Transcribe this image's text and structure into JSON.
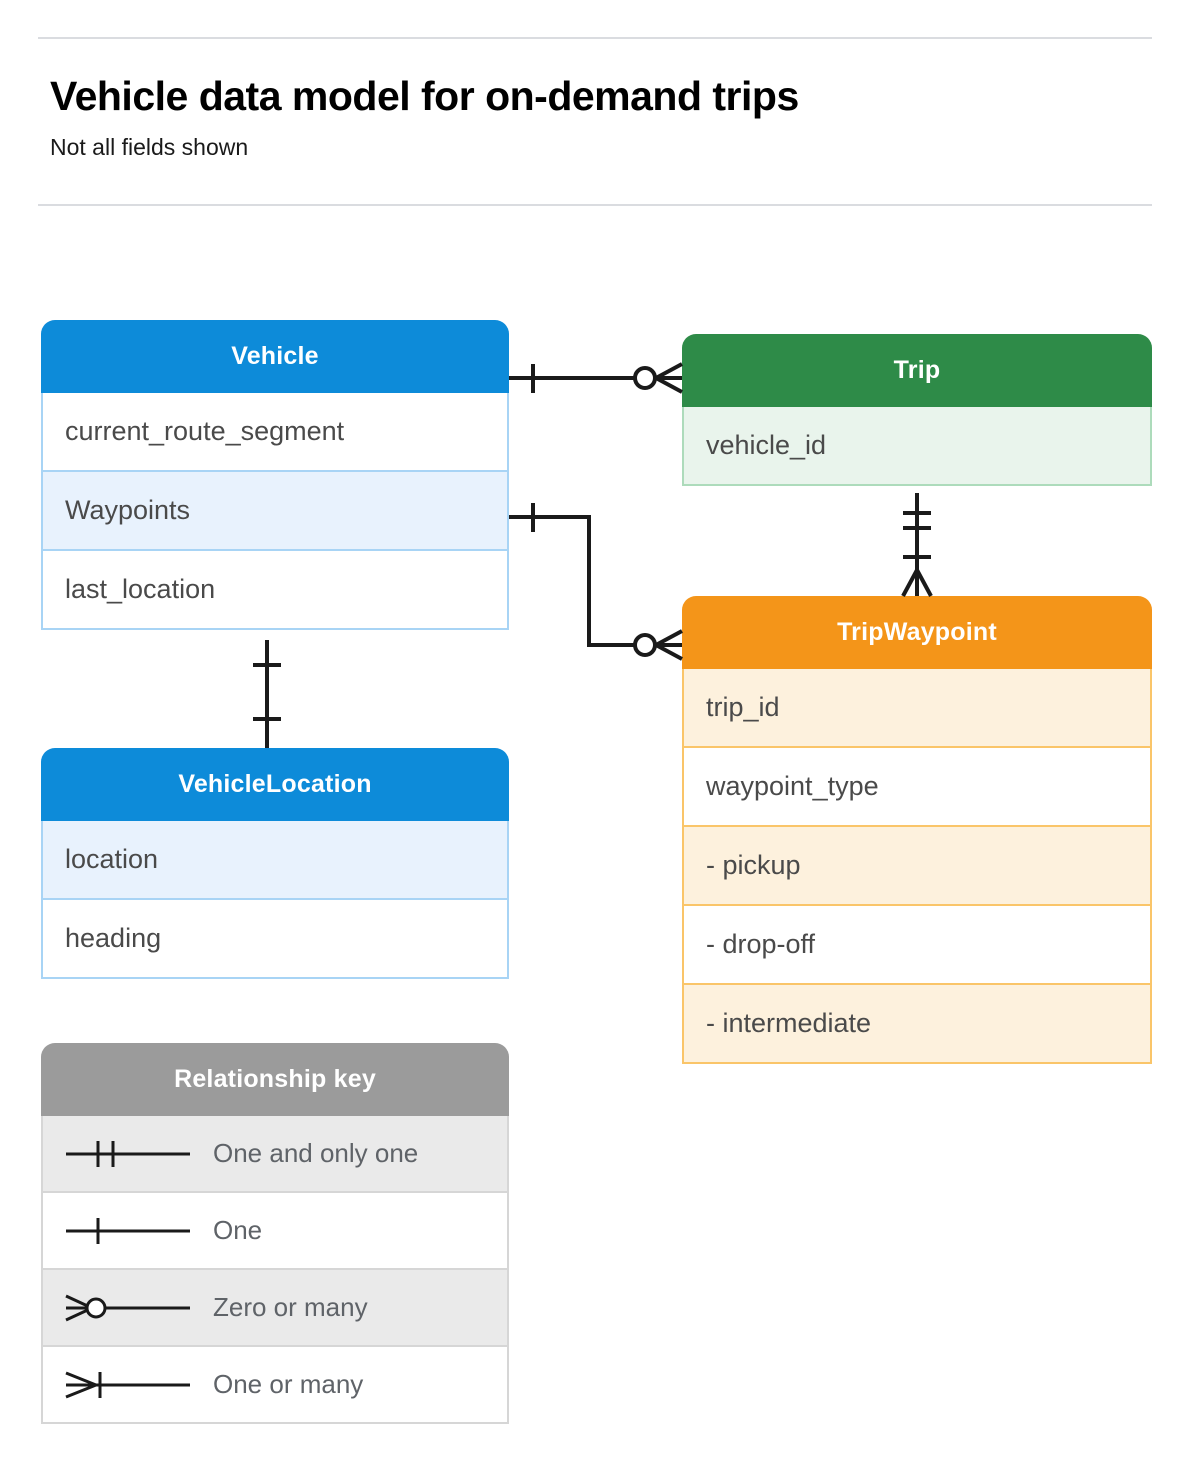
{
  "header": {
    "title": "Vehicle data model for on-demand trips",
    "subtitle": "Not all fields shown"
  },
  "entities": {
    "vehicle": {
      "name": "Vehicle",
      "color": "#0d8bd9",
      "fields": [
        "current_route_segment",
        "Waypoints",
        "last_location"
      ]
    },
    "trip": {
      "name": "Trip",
      "color": "#2e8b48",
      "fields": [
        "vehicle_id"
      ]
    },
    "vehicle_location": {
      "name": "VehicleLocation",
      "color": "#0d8bd9",
      "fields": [
        "location",
        "heading"
      ]
    },
    "trip_waypoint": {
      "name": "TripWaypoint",
      "color": "#f49519",
      "fields": [
        "trip_id",
        "waypoint_type",
        "-  pickup",
        "-  drop-off",
        "-  intermediate"
      ]
    }
  },
  "legend": {
    "title": "Relationship key",
    "color": "#9b9b9b",
    "items": [
      {
        "symbol": "one-and-only-one",
        "label": "One and only one"
      },
      {
        "symbol": "one",
        "label": "One"
      },
      {
        "symbol": "zero-or-many",
        "label": "Zero or many"
      },
      {
        "symbol": "one-or-many",
        "label": "One or many"
      }
    ]
  },
  "relationships": [
    {
      "from": "Vehicle",
      "to": "Trip",
      "from_cardinality": "one",
      "to_cardinality": "zero-or-many"
    },
    {
      "from": "Vehicle.Waypoints",
      "to": "TripWaypoint",
      "from_cardinality": "one",
      "to_cardinality": "zero-or-many"
    },
    {
      "from": "Trip",
      "to": "TripWaypoint",
      "from_cardinality": "one-and-only-one",
      "to_cardinality": "one-or-many"
    },
    {
      "from": "Vehicle",
      "to": "VehicleLocation",
      "from_cardinality": "one",
      "to_cardinality": "one"
    }
  ]
}
